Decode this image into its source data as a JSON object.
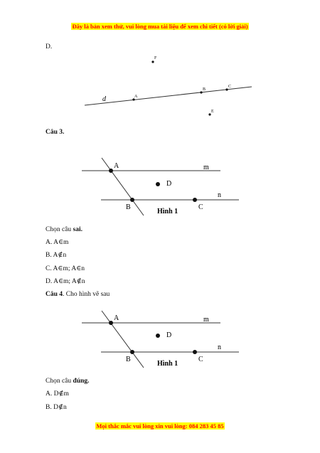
{
  "header_notice": "Đây là bản xem thử, vui lòng mua tài liệu để xem chi tiết (có lời giải)",
  "footer_notice": "Mọi thắc mắc vui lòng xin vui lòng: 084 283 45 85",
  "q2_option_d": "D.",
  "figure_d": {
    "line": "d",
    "points": [
      "F",
      "A",
      "B",
      "C",
      "E"
    ]
  },
  "q3": {
    "title": "Câu 3.",
    "figure": {
      "points": [
        "A",
        "D",
        "B",
        "C"
      ],
      "lines": [
        "m",
        "n"
      ],
      "caption": "Hình 1"
    },
    "prompt_prefix": "Chọn câu ",
    "prompt_bold": "sai.",
    "options": [
      "A. A∈m",
      "B. A∉n",
      "C. A∈m; A∈n",
      "D. A∈m; A∉n"
    ]
  },
  "q4": {
    "title": "Câu 4",
    "title_suffix": ". Cho hình vẽ sau",
    "figure": {
      "points": [
        "A",
        "D",
        "B",
        "C"
      ],
      "lines": [
        "m",
        "n"
      ],
      "caption": "Hình 1"
    },
    "prompt_prefix": "Chọn câu ",
    "prompt_bold": "đúng.",
    "options": [
      "A. D∉m",
      "B. D∉n"
    ]
  }
}
